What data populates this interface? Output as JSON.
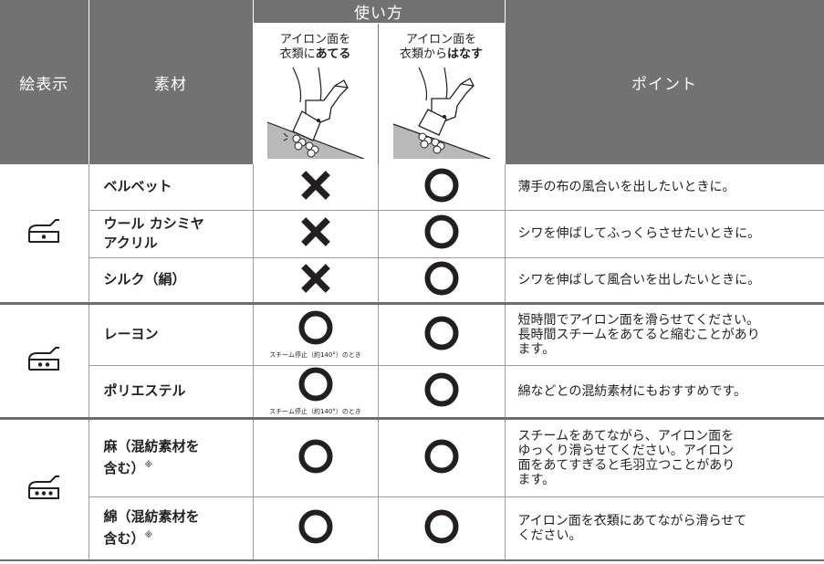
{
  "header": {
    "symbol": "絵表示",
    "material": "素材",
    "usage": "使い方",
    "usage_touch_line1": "アイロン面を",
    "usage_touch_line2_pre": "衣類に",
    "usage_touch_line2_bold": "あてる",
    "usage_away_line1": "アイロン面を",
    "usage_away_line2_pre": "衣類から",
    "usage_away_line2_bold": "はなす",
    "point": "ポイント"
  },
  "rows": [
    {
      "material_line1": "ベルベット",
      "material_line2": "",
      "touch": "cross",
      "touch_note": "",
      "away": "circle",
      "point": "薄手の布の風合いを出したいときに。"
    },
    {
      "material_line1": "ウール カシミヤ",
      "material_line2": "アクリル",
      "touch": "cross",
      "touch_note": "",
      "away": "circle",
      "point": "シワを伸ばしてふっくらさせたいときに。"
    },
    {
      "material_line1": "シルク（絹）",
      "material_line2": "",
      "touch": "cross",
      "touch_note": "",
      "away": "circle",
      "point": "シワを伸ばして風合いを出したいときに。"
    },
    {
      "material_line1": "レーヨン",
      "material_line2": "",
      "touch": "circle",
      "touch_note": "スチーム停止（約140°）のとき",
      "away": "circle",
      "point_line1": "短時間でアイロン面を滑らせてください。",
      "point_line2": "長時間スチームをあてると縮むことがあり",
      "point_line3": "ます。"
    },
    {
      "material_line1": "ポリエステル",
      "material_line2": "",
      "touch": "circle",
      "touch_note": "スチーム停止（約140°）のとき",
      "away": "circle",
      "point": "綿などとの混紡素材にもおすすめです。"
    },
    {
      "material_line1": "麻（混紡素材を",
      "material_line2": "含む）",
      "asterisk": "※",
      "touch": "circle",
      "touch_note": "",
      "away": "circle",
      "point_line1": "スチームをあてながら、アイロン面を",
      "point_line2": "ゆっくり滑らせてください。アイロン",
      "point_line3": "面をあてすぎると毛羽立つことがあり",
      "point_line4": "ます。"
    },
    {
      "material_line1": "綿（混紡素材を",
      "material_line2": "含む）",
      "asterisk": "※",
      "touch": "circle",
      "touch_note": "",
      "away": "circle",
      "point_line1": "アイロン面を衣類にあてながら滑らせて",
      "point_line2": "ください。"
    }
  ],
  "groups": [
    {
      "symbol": "iron-1-dot",
      "dots": 1
    },
    {
      "symbol": "iron-2-dots",
      "dots": 2
    },
    {
      "symbol": "iron-3-dots",
      "dots": 3
    }
  ],
  "colors": {
    "header_bg": "#737273",
    "mark": "#231f20",
    "divider": "#6d6d6d"
  }
}
